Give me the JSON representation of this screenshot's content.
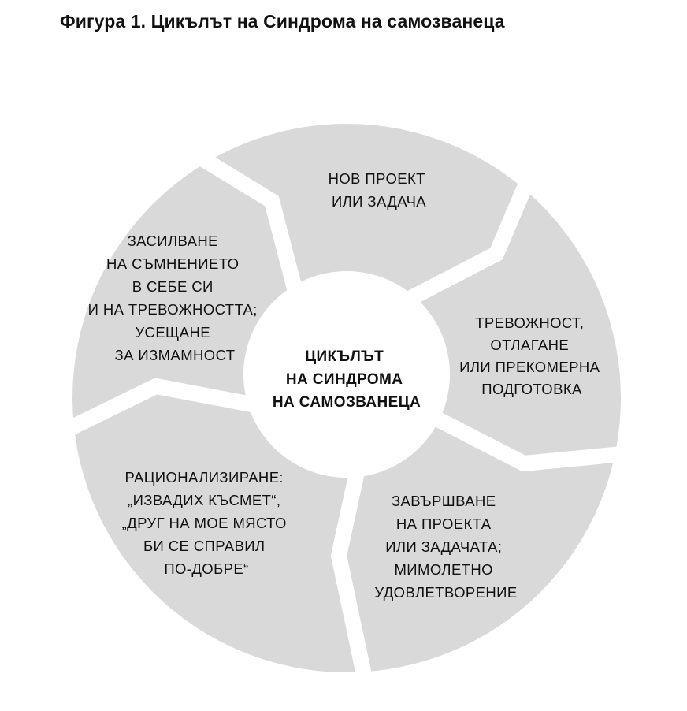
{
  "figure_title": "Фигура 1. Цикълът на Синдрома на самозванеца",
  "colors": {
    "segment_fill": "#d9d9d9",
    "background": "#ffffff",
    "text": "#111111"
  },
  "center": {
    "lines": [
      "ЦИКЪЛЪТ",
      "НА СИНДРОМА",
      "НА САМОЗВАНЕЦА"
    ]
  },
  "segments": [
    {
      "lines": [
        "НОВ ПРОЕКТ",
        "ИЛИ ЗАДАЧА"
      ]
    },
    {
      "lines": [
        "ТРЕВОЖНОСТ,",
        "ОТЛАГАНЕ",
        "ИЛИ ПРЕКОМЕРНА",
        "ПОДГОТОВКА"
      ]
    },
    {
      "lines": [
        "ЗАВЪРШВАНЕ",
        "НА ПРОЕКТА",
        "ИЛИ ЗАДАЧАТА;",
        "МИМОЛЕТНО",
        "УДОВЛЕТВОРЕНИЕ"
      ]
    },
    {
      "lines": [
        "РАЦИОНАЛИЗИРАНЕ:",
        "„ИЗВАДИХ КЪСМЕТ“,",
        "„ДРУГ НА МОЕ МЯСТО",
        "БИ СЕ СПРАВИЛ",
        "ПО-ДОБРЕ“"
      ]
    },
    {
      "lines": [
        "ЗАСИЛВАНЕ",
        "НА СЪМНЕНИЕТО",
        "В СЕБЕ СИ",
        "И НА ТРЕВОЖНОСТТА;",
        "УСЕЩАНЕ",
        "ЗА ИЗМАМНОСТ"
      ]
    }
  ]
}
